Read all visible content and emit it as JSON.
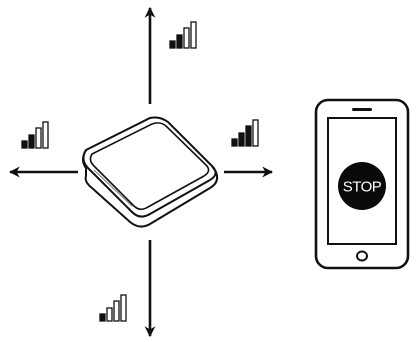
{
  "phone": {
    "button_label": "STOP"
  },
  "signal_indicators": [
    {
      "direction": "up",
      "strength_bars": 2,
      "total_bars": 4
    },
    {
      "direction": "left",
      "strength_bars": 2,
      "total_bars": 4
    },
    {
      "direction": "right",
      "strength_bars": 3,
      "total_bars": 4
    },
    {
      "direction": "down",
      "strength_bars": 1,
      "total_bars": 4
    }
  ],
  "colors": {
    "ink": "#111111",
    "background": "#ffffff"
  }
}
